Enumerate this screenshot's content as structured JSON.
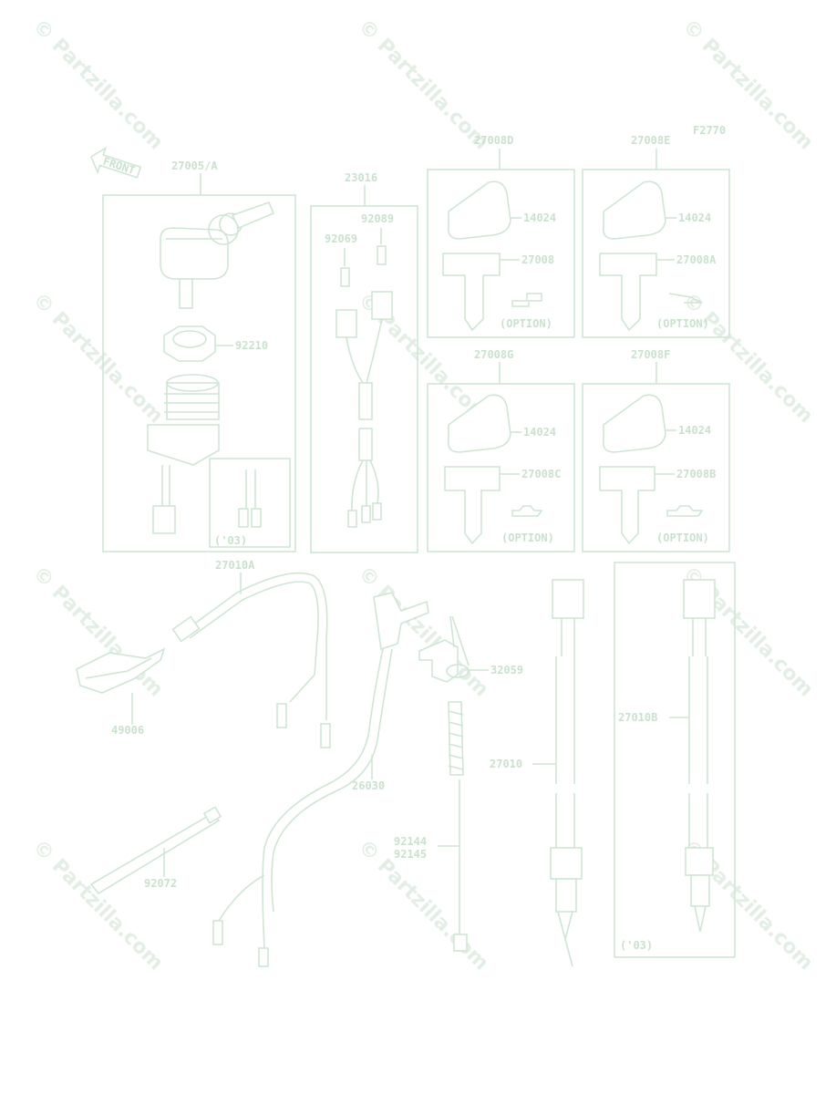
{
  "page": {
    "diagram_code": "F2770",
    "front_label": "FRONT",
    "watermark": "© Partzilla.com",
    "option_label": "(OPTION)",
    "year_note": "('03)"
  },
  "groups": {
    "ignition_switch": "27005/A",
    "harness": "23016",
    "key_set_d": "27008D",
    "key_set_e": "27008E",
    "key_set_g": "27008G",
    "key_set_f": "27008F"
  },
  "parts": {
    "cap": "14024",
    "key_blank": "27008",
    "key_blank_a": "27008A",
    "key_blank_b": "27008B",
    "key_blank_c": "27008C",
    "nut": "92210",
    "connector_a": "92069",
    "connector_b": "92089",
    "cable_a": "27010A",
    "clamp": "49006",
    "clip": "32059",
    "lead": "26030",
    "cable_b": "27010B",
    "cable": "27010",
    "band": "92072",
    "spring_a": "92144",
    "spring_b": "92145"
  }
}
